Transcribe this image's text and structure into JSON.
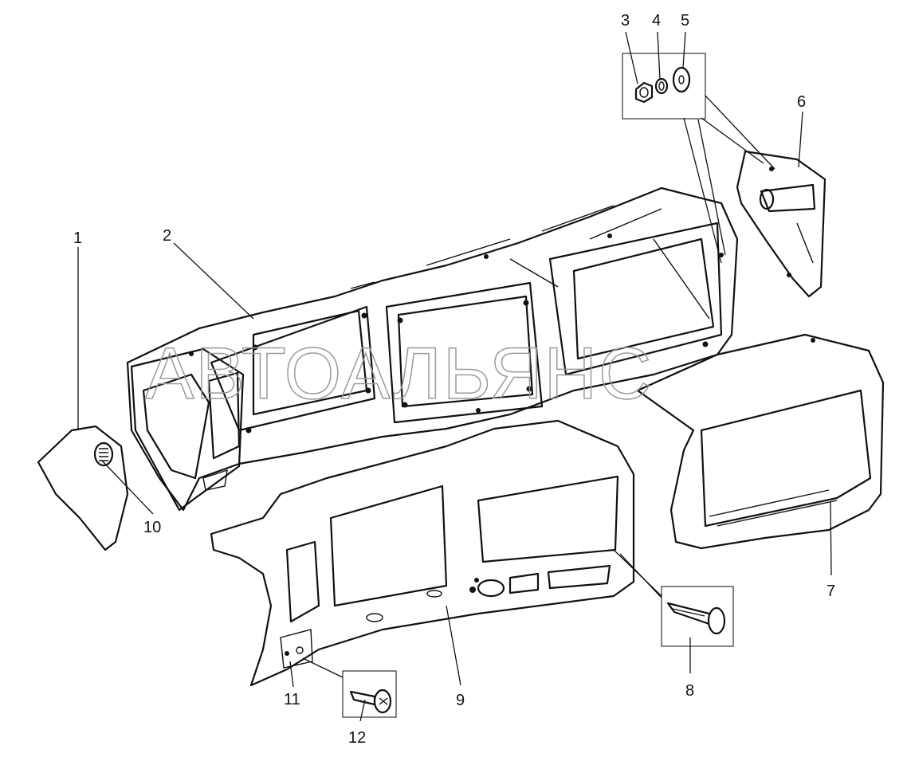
{
  "watermark": "АВТОАЛЬЯНС",
  "callouts": [
    {
      "id": "1",
      "label": "1"
    },
    {
      "id": "2",
      "label": "2"
    },
    {
      "id": "3",
      "label": "3"
    },
    {
      "id": "4",
      "label": "4"
    },
    {
      "id": "5",
      "label": "5"
    },
    {
      "id": "6",
      "label": "6"
    },
    {
      "id": "7",
      "label": "7"
    },
    {
      "id": "8",
      "label": "8"
    },
    {
      "id": "9",
      "label": "9"
    },
    {
      "id": "10",
      "label": "10"
    },
    {
      "id": "11",
      "label": "11"
    },
    {
      "id": "12",
      "label": "12"
    }
  ]
}
